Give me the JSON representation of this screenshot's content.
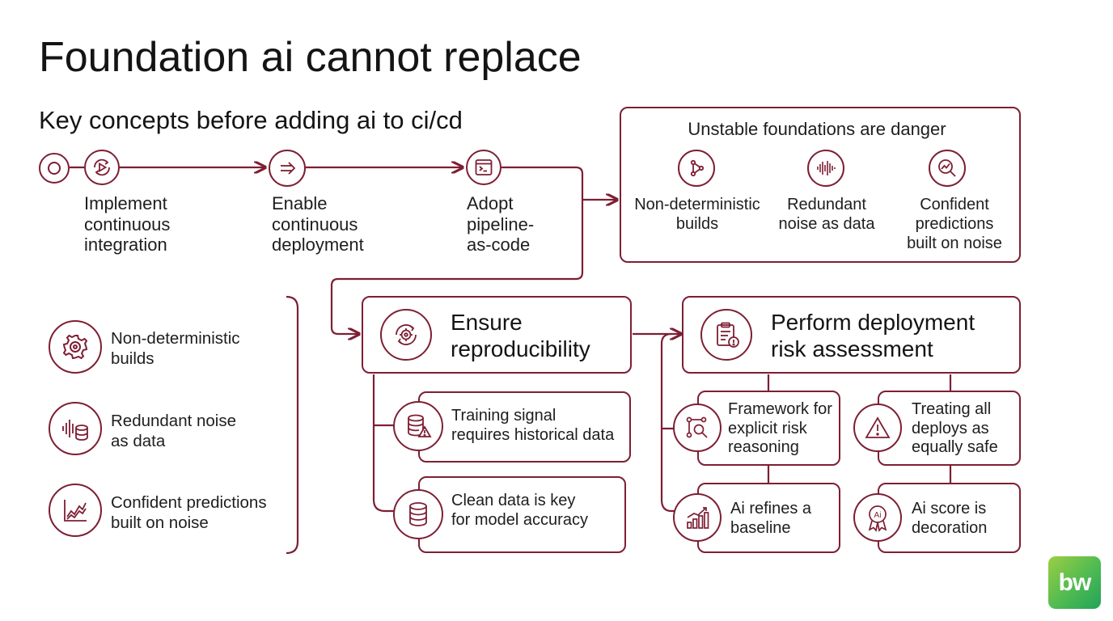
{
  "title": "Foundation ai cannot replace",
  "subtitle": "Key concepts before adding ai to ci/cd",
  "accent_color": "#7d1f33",
  "pipeline_steps": [
    {
      "label": "Implement\ncontinuous\nintegration",
      "icon": "play-cycle-icon"
    },
    {
      "label": "Enable\ncontinuous\ndeployment",
      "icon": "double-arrow-icon"
    },
    {
      "label": "Adopt\npipeline-\nas-code",
      "icon": "terminal-icon"
    }
  ],
  "danger_box": {
    "title": "Unstable foundations are danger",
    "items": [
      {
        "label": "Non-deterministic\nbuilds",
        "icon": "nodes-icon"
      },
      {
        "label": "Redundant\nnoise as data",
        "icon": "waveform-icon"
      },
      {
        "label": "Confident\npredictions\nbuilt on noise",
        "icon": "chart-magnifier-icon"
      }
    ]
  },
  "side_list": [
    {
      "label": "Non-deterministic\nbuilds",
      "icon": "gear-icon"
    },
    {
      "label": "Redundant noise\nas data",
      "icon": "wave-database-icon"
    },
    {
      "label": "Confident predictions\nbuilt on noise",
      "icon": "trend-chart-icon"
    }
  ],
  "reproducibility": {
    "title": "Ensure\nreproducibility",
    "icon": "gear-cycle-icon",
    "items": [
      {
        "label": "Training signal\nrequires historical data",
        "icon": "database-warning-icon"
      },
      {
        "label": "Clean data is key\nfor model accuracy",
        "icon": "database-icon"
      }
    ]
  },
  "risk_assessment": {
    "title": "Perform deployment\nrisk assessment",
    "icon": "clipboard-warning-icon",
    "items": [
      {
        "label": "Framework for\nexplicit risk\nreasoning",
        "icon": "network-magnifier-icon"
      },
      {
        "label": "Treating all\ndeploys as\nequally safe",
        "icon": "warning-triangle-icon"
      },
      {
        "label": "Ai refines a\nbaseline",
        "icon": "bar-chart-up-icon"
      },
      {
        "label": "Ai score is\ndecoration",
        "icon": "ai-badge-icon"
      }
    ]
  },
  "logo_text": "bw"
}
